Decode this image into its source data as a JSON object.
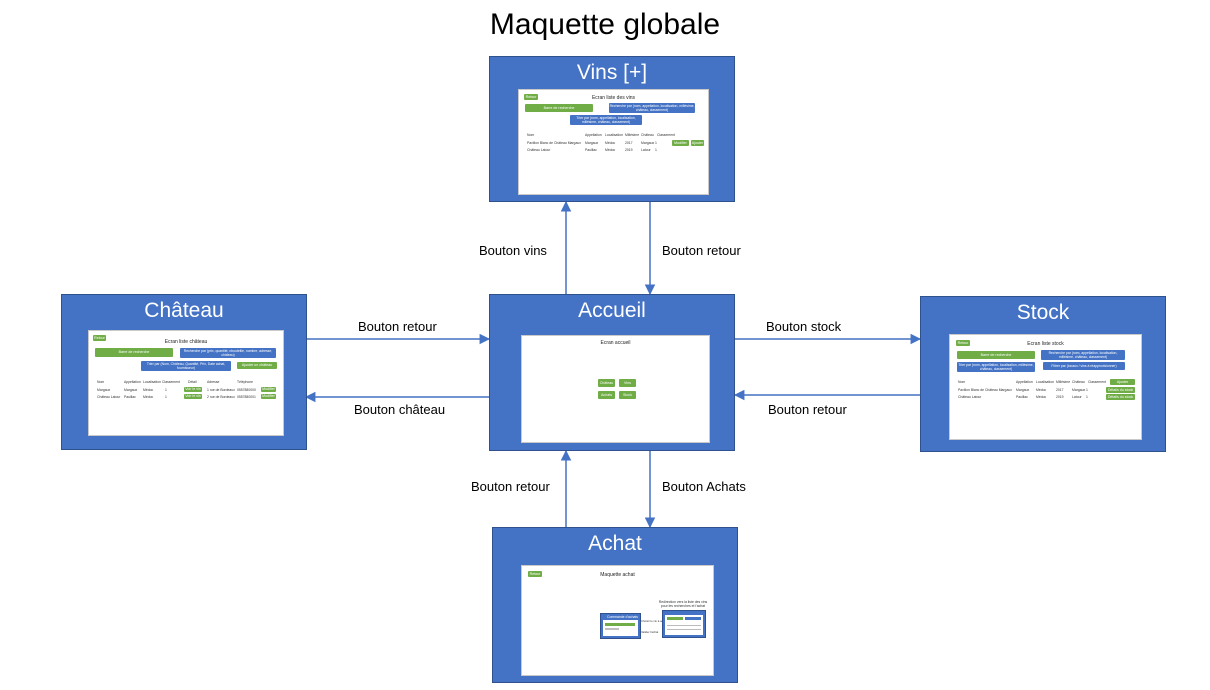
{
  "title": "Maquette globale",
  "boxes": {
    "vins": {
      "label": "Vins [+]",
      "screen": {
        "retour": "Retour",
        "heading": "Ecran liste des vins",
        "btn_search": "Barre de recherche",
        "btn_filter": "Recherche par (nom, appellation, localisation, millésime, château, classement)",
        "btn_sort": "Trier par (nom, appellation, localisation, millésime, château, classement)",
        "headers": [
          "Nom",
          "Appellation",
          "Localisation",
          "Millésime",
          "Château",
          "Classement"
        ],
        "rows": [
          [
            "Pavillon Blanc de Château Margaux",
            "Margaux",
            "Médoc",
            "2017",
            "Margaux",
            "1"
          ],
          [
            "Château Latour",
            "Pauillac",
            "Médoc",
            "2019",
            "Latour",
            "1"
          ]
        ],
        "btn_modifier": "Modifier",
        "btn_ajouter": "Ajouter"
      }
    },
    "chateau": {
      "label": "Château",
      "screen": {
        "retour": "Retour",
        "heading": "Ecran liste château",
        "btn_search": "Barre de recherche",
        "btn_filter": "Recherche par (prix, quantité, nbouteille, nombre, adresse, château)",
        "btn_sort": "Trier par (Nom, Château, Quantité, Prix, Date achat, fournisseur)",
        "btn_add": "Ajouter un château",
        "headers": [
          "Nom",
          "Appellation",
          "Localisation",
          "Classement",
          "Détail",
          "Adresse",
          "Téléphone"
        ],
        "rows": [
          [
            "Margaux",
            "Margaux",
            "Médoc",
            "1",
            "1 rue de Bordeaux",
            "0557880000"
          ],
          [
            "Château Latour",
            "Pauillac",
            "Médoc",
            "1",
            "2 rue de Bordeaux",
            "0557880001"
          ]
        ],
        "btn_detail": "Voir le vin",
        "btn_modifier": "Modifier"
      }
    },
    "accueil": {
      "label": "Accueil",
      "screen": {
        "heading": "Ecran accueil",
        "buttons": [
          "Château",
          "Vins",
          "Achats",
          "Stock"
        ]
      }
    },
    "stock": {
      "label": "Stock",
      "screen": {
        "retour": "Retour",
        "heading": "Ecran liste stock",
        "btn_search": "Barre de recherche",
        "btn_filter": "Recherche par (nom, appellation, localisation, millésime, château, classement)",
        "btn_sort": "Trier par (nom, appellation, localisation, millésime, château, classement)",
        "btn_filter2": "Filtrer par (locaux / vins à réapprovisionner)",
        "headers": [
          "Nom",
          "Appellation",
          "Localisation",
          "Millésime",
          "Château",
          "Classement"
        ],
        "rows": [
          [
            "Pavillon Blanc de Château Margaux",
            "Margaux",
            "Médoc",
            "2017",
            "Margaux",
            "1"
          ],
          [
            "Château Latour",
            "Pauillac",
            "Médoc",
            "2019",
            "Latour",
            "1"
          ]
        ],
        "btn_ajouter": "Ajouter",
        "btn_details": [
          "Détails du stock",
          "Détails du stock"
        ]
      }
    },
    "achat": {
      "label": "Achat",
      "screen": {
        "retour": "Retour",
        "heading": "Maquette achat",
        "note": "Redirection vers la liste des vins pour les recherches et l'achat",
        "mini_title": "Commande d'achats",
        "side1": "Choisir le vin à acheter",
        "side2": "Valider l'achat"
      }
    }
  },
  "edges": {
    "bouton_vins": "Bouton vins",
    "vins_retour": "Bouton retour",
    "chateau_retour": "Bouton retour",
    "bouton_chateau": "Bouton château",
    "bouton_stock": "Bouton stock",
    "stock_retour": "Bouton retour",
    "achat_retour": "Bouton retour",
    "bouton_achats": "Bouton Achats"
  },
  "colors": {
    "box": "#4472c4",
    "green_button": "#70ad47",
    "blue_button": "#4472c4",
    "arrow": "#4472c4"
  }
}
